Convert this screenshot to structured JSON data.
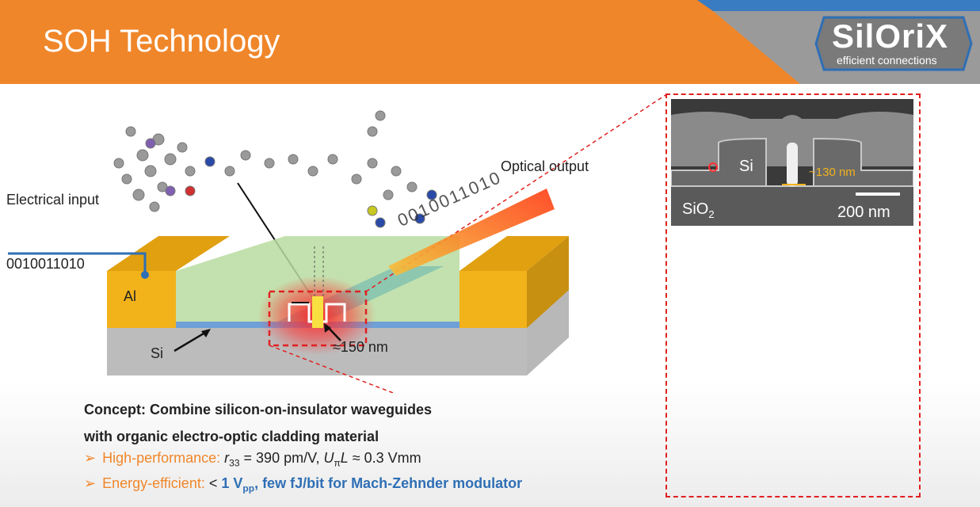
{
  "header": {
    "title": "SOH Technology"
  },
  "logo": {
    "brand": "SilOriX",
    "tagline": "efficient connections"
  },
  "diagram": {
    "electrical_input": "Electrical input",
    "optical_output": "Optical output",
    "input_bits": "0010011010",
    "output_bits": "0010011010",
    "al_label": "Al",
    "si_label": "Si",
    "slot_width": "≈150 nm"
  },
  "sem": {
    "si_label": "Si",
    "width_label": "~130 nm",
    "sio2_label": "SiO",
    "sio2_sub": "2",
    "scale_label": "200 nm"
  },
  "concept": {
    "line1": "Concept: Combine silicon-on-insulator waveguides",
    "line2": "with organic electro-optic cladding material"
  },
  "bullets": {
    "b1_label": "High-performance:",
    "b1_r": "r",
    "b1_r_sub": "33",
    "b1_mid": " = 390 pm/V, ",
    "b1_u": "U",
    "b1_u_sub": "π",
    "b1_l": "L",
    "b1_end": " ≈ 0.3 Vmm",
    "b2_label": "Energy-efficient:",
    "b2_lt": " < ",
    "b2_v": "1 V",
    "b2_v_sub": "pp",
    "b2_end": ", few fJ/bit for Mach-Zehnder modulator"
  },
  "colors": {
    "orange": "#f0862a",
    "blue": "#2f6fb5",
    "red": "#e02020",
    "gold": "#f2b21a"
  }
}
